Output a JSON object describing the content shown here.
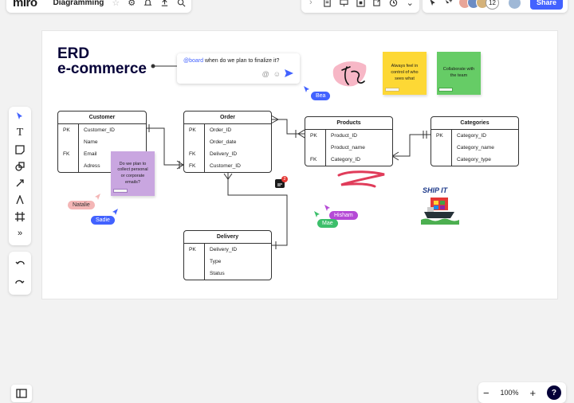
{
  "topbar": {
    "logo": "miro",
    "board_name": "Diagramming"
  },
  "collab": {
    "extra_count": "12",
    "share_label": "Share",
    "avatar_colors": [
      "#e8a598",
      "#6b8cc4",
      "#d4b27a"
    ]
  },
  "erd": {
    "title_line1": "ERD",
    "title_line2": "e-commerce"
  },
  "comment": {
    "mention": "@board",
    "text": " when do we plan to finalize it?"
  },
  "entities": {
    "customer": {
      "name": "Customer",
      "rows": [
        {
          "key": "PK",
          "field": "Customer_ID"
        },
        {
          "key": "",
          "field": "Name"
        },
        {
          "key": "FK",
          "field": "Email"
        },
        {
          "key": "",
          "field": "Adress"
        }
      ]
    },
    "order": {
      "name": "Order",
      "rows": [
        {
          "key": "PK",
          "field": "Order_ID"
        },
        {
          "key": "",
          "field": "Order_date"
        },
        {
          "key": "FK",
          "field": "Delivery_ID"
        },
        {
          "key": "FK",
          "field": "Customer_ID"
        }
      ]
    },
    "products": {
      "name": "Products",
      "rows": [
        {
          "key": "PK",
          "field": "Product_ID"
        },
        {
          "key": "",
          "field": "Product_name"
        },
        {
          "key": "FK",
          "field": "Category_ID"
        }
      ]
    },
    "categories": {
      "name": "Categories",
      "rows": [
        {
          "key": "PK",
          "field": "Category_ID"
        },
        {
          "key": "",
          "field": "Category_name"
        },
        {
          "key": "",
          "field": "Category_type"
        }
      ]
    },
    "delivery": {
      "name": "Delivery",
      "rows": [
        {
          "key": "PK",
          "field": "Delivery_ID"
        },
        {
          "key": "",
          "field": "Type"
        },
        {
          "key": "",
          "field": "Status"
        }
      ]
    }
  },
  "stickies": {
    "yellow": {
      "text": "Always feel in control of who sees what",
      "color": "#fdd835"
    },
    "green": {
      "text": "Collaborate with the team",
      "color": "#66cc66"
    },
    "purple": {
      "text": "Do we plan to collect personal or corporate emails?",
      "color": "#c9a6e0"
    }
  },
  "cursors": [
    {
      "name": "Bea",
      "color": "#4262ff"
    },
    {
      "name": "Natalie",
      "color": "#f4b6b6"
    },
    {
      "name": "Sadie",
      "color": "#4262ff"
    },
    {
      "name": "Hisham",
      "color": "#b54ad6"
    },
    {
      "name": "Mae",
      "color": "#3cbf6b"
    }
  ],
  "comment_badge": {
    "count": "2"
  },
  "ship_it": {
    "text": "SHIP IT"
  },
  "zoom": {
    "level": "100%",
    "minus": "−",
    "plus": "+",
    "help": "?"
  }
}
